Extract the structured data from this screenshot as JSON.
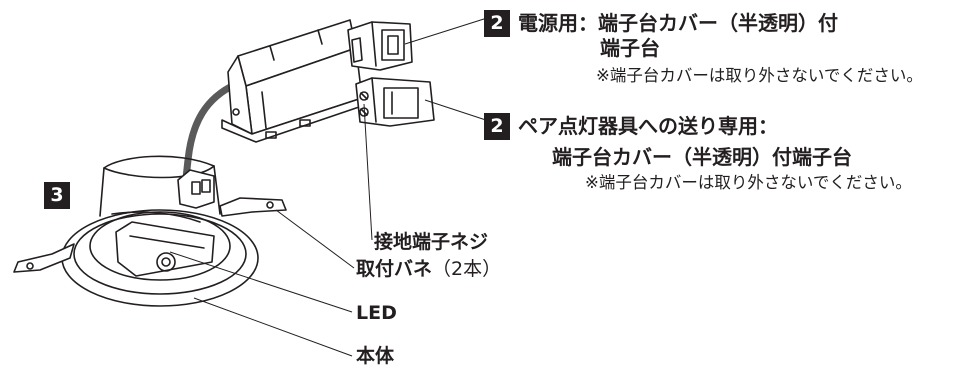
{
  "callouts": {
    "power": {
      "badge": "2",
      "title_line1": "電源用：端子台カバー（半透明）付",
      "title_line2": "端子台",
      "note": "※端子台カバーは取り外さないでください。"
    },
    "pair": {
      "badge": "2",
      "title_line1": "ペア点灯器具への送り専用：",
      "title_line2": "端子台カバー（半透明）付端子台",
      "note": "※端子台カバーは取り外さないでください。"
    },
    "body_badge": "3"
  },
  "labels": {
    "ground_screw": "接地端子ネジ",
    "spring": "取付バネ",
    "spring_count": "（2本）",
    "led": "LED",
    "body": "本体"
  }
}
